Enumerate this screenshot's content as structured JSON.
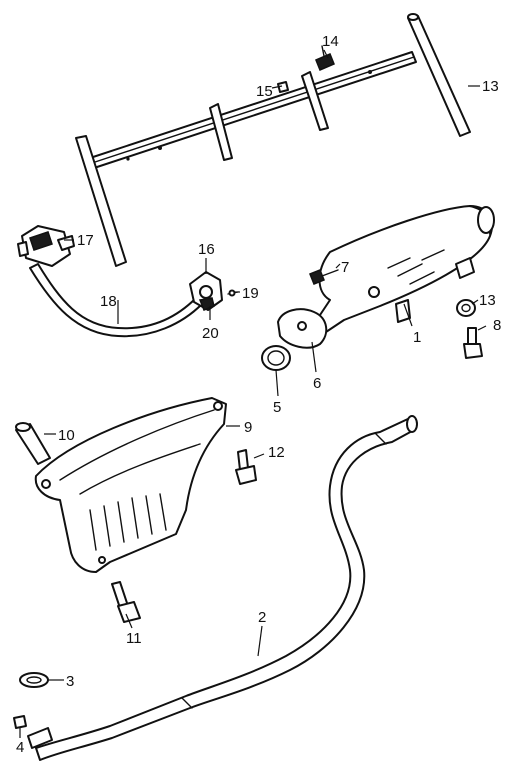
{
  "callouts": [
    {
      "id": "1",
      "part": "muffler"
    },
    {
      "id": "2",
      "part": "exhaust-pipe"
    },
    {
      "id": "3",
      "part": "exhaust-gasket"
    },
    {
      "id": "4",
      "part": "nut"
    },
    {
      "id": "5",
      "part": "gasket"
    },
    {
      "id": "6",
      "part": "collar"
    },
    {
      "id": "7",
      "part": "bolt"
    },
    {
      "id": "8",
      "part": "bolt"
    },
    {
      "id": "9",
      "part": "heat-shield"
    },
    {
      "id": "10",
      "part": "tube"
    },
    {
      "id": "11",
      "part": "bolt"
    },
    {
      "id": "12",
      "part": "bolt"
    },
    {
      "id": "13",
      "part": "washer"
    },
    {
      "id": "14",
      "part": "bolt"
    },
    {
      "id": "15",
      "part": "nut"
    },
    {
      "id": "16",
      "part": "clamp"
    },
    {
      "id": "17",
      "part": "valve"
    },
    {
      "id": "18",
      "part": "hose"
    },
    {
      "id": "19",
      "part": "screw"
    },
    {
      "id": "20",
      "part": "bracket"
    }
  ]
}
